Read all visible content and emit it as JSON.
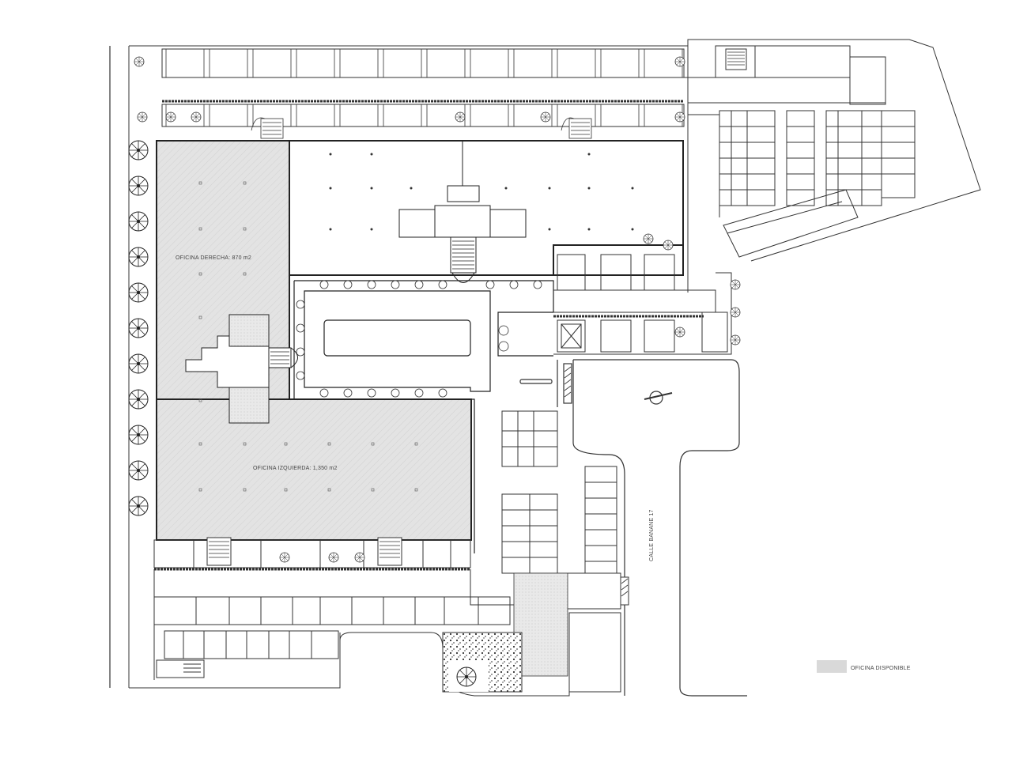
{
  "plan": {
    "labels": {
      "office_right": "OFICINA DERECHA: 870 m2",
      "office_left": "OFICINA IZQUIERDA: 1,350 m2",
      "street": "CALLE BANANE 17"
    },
    "legend": {
      "label": "OFICINA DISPONIBLE",
      "swatch_color": "#d9d9d9"
    },
    "colors": {
      "office_fill": "#e2e2e2",
      "line": "#222222",
      "hatch": "#bcbcbc"
    }
  }
}
